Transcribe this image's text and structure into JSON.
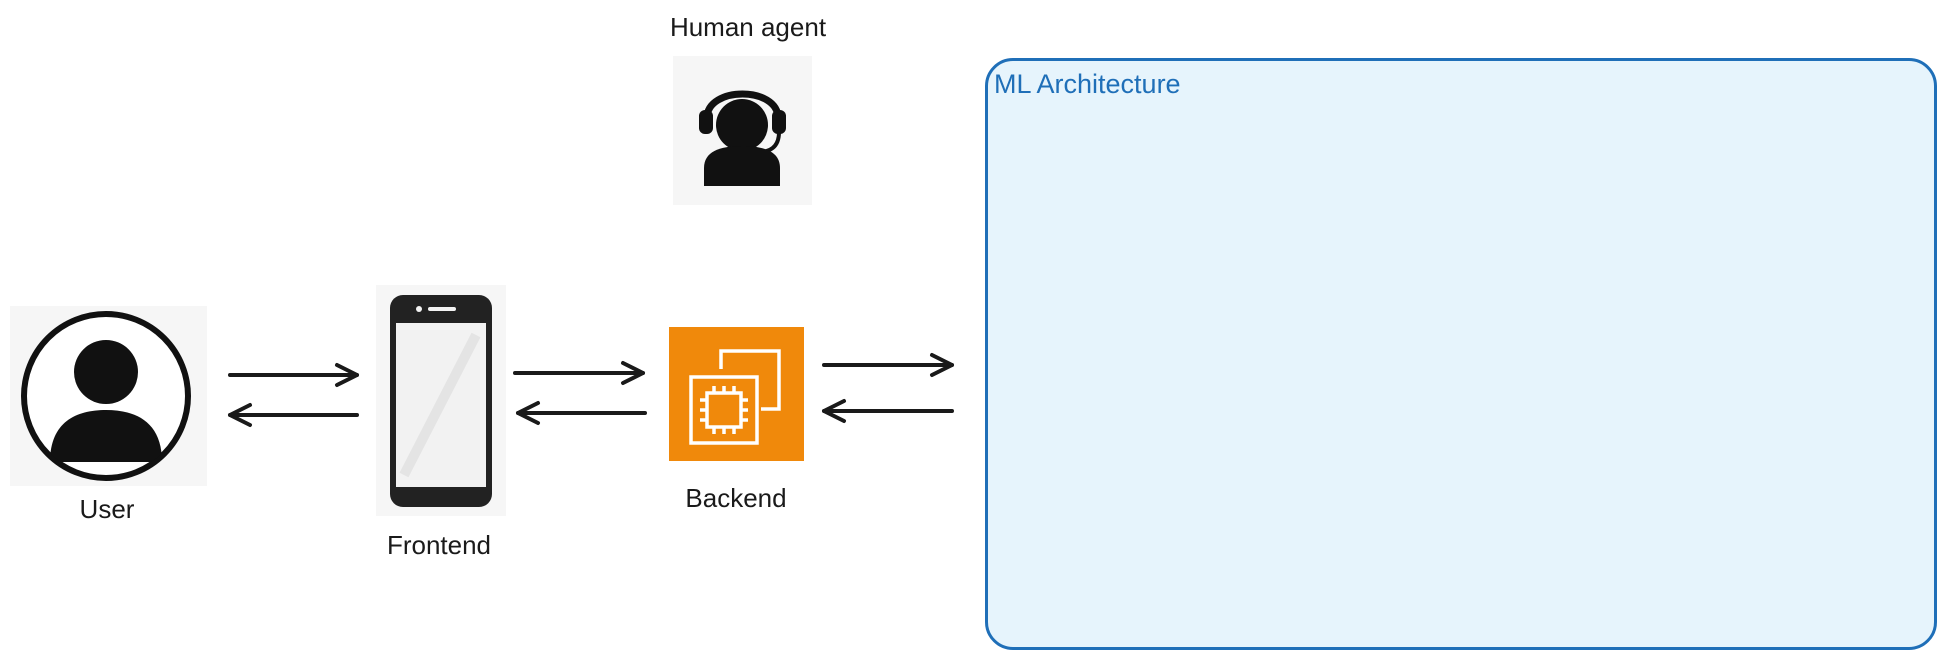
{
  "diagram": {
    "nodes": {
      "human_agent": {
        "label": "Human agent",
        "icon": "headset-agent-icon"
      },
      "user": {
        "label": "User",
        "icon": "user-avatar-icon"
      },
      "frontend": {
        "label": "Frontend",
        "icon": "smartphone-icon"
      },
      "backend": {
        "label": "Backend",
        "icon": "compute-chip-icon"
      }
    },
    "container": {
      "title": "ML Architecture"
    },
    "edges": [
      {
        "from": "user",
        "to": "frontend"
      },
      {
        "from": "frontend",
        "to": "user"
      },
      {
        "from": "frontend",
        "to": "backend"
      },
      {
        "from": "backend",
        "to": "frontend"
      },
      {
        "from": "backend",
        "to": "ml_architecture"
      },
      {
        "from": "ml_architecture",
        "to": "backend"
      }
    ],
    "colors": {
      "container_fill": "#e6f4fc",
      "container_border": "#1f6fb8",
      "backend_orange": "#f0890b",
      "arrow": "#1a1a1a"
    }
  }
}
